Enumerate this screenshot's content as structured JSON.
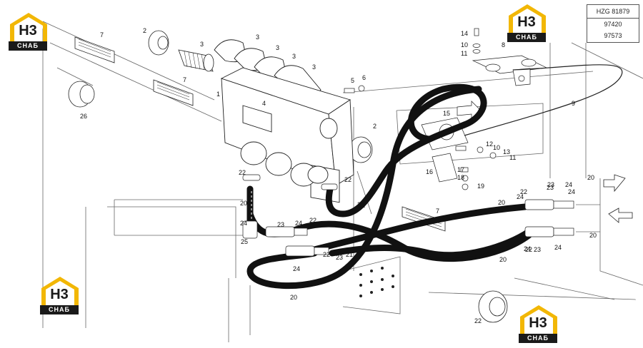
{
  "reference": {
    "code": "HZG 81879",
    "number_a": "97420",
    "number_b": "97573"
  },
  "logo": {
    "mark": "H3",
    "text": "СНАБ",
    "colors": {
      "accent": "#f2b705",
      "dark": "#1a1a1a"
    }
  },
  "callouts": [
    "7",
    "2",
    "3",
    "3",
    "3",
    "3",
    "3",
    "1",
    "7",
    "26",
    "4",
    "5",
    "6",
    "2",
    "14",
    "10",
    "11",
    "8",
    "9",
    "15",
    "12",
    "10",
    "13",
    "11",
    "17",
    "18",
    "19",
    "16",
    "22",
    "22",
    "20",
    "24",
    "25",
    "23",
    "24",
    "22",
    "21",
    "20",
    "24",
    "23",
    "24",
    "23",
    "24",
    "22",
    "21",
    "20",
    "24",
    "23",
    "24",
    "20",
    "7",
    "22",
    "24",
    "23",
    "20",
    "22",
    "22",
    "20",
    "21"
  ]
}
